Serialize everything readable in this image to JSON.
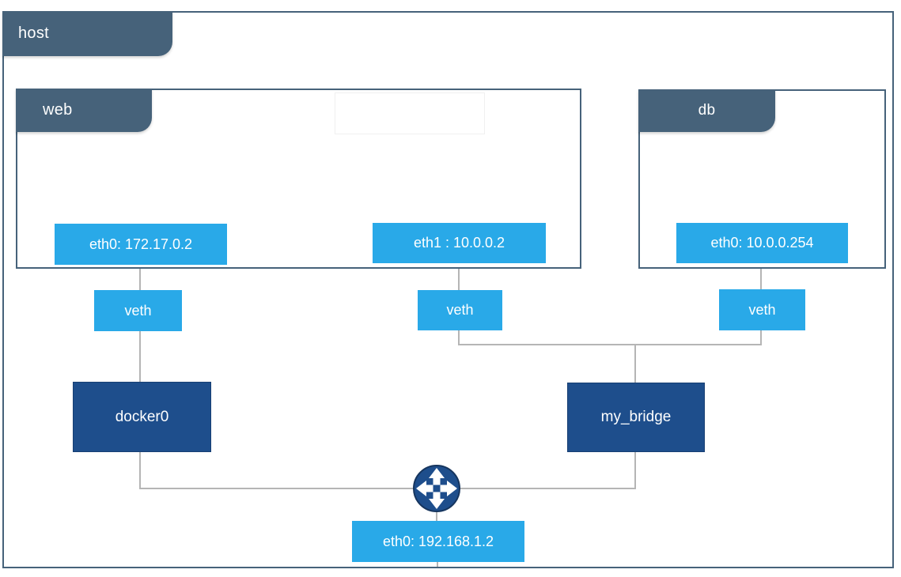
{
  "host": {
    "label": "host",
    "eth0": "eth0: 192.168.1.2"
  },
  "web": {
    "label": "web",
    "eth0": "eth0: 172.17.0.2",
    "eth1": "eth1 : 10.0.0.2",
    "veth_eth0": "veth",
    "veth_eth1": "veth"
  },
  "db": {
    "label": "db",
    "eth0": "eth0: 10.0.0.254",
    "veth": "veth"
  },
  "bridges": {
    "docker0": "docker0",
    "my_bridge": "my_bridge"
  },
  "icons": {
    "router": "four-way-arrows-icon"
  },
  "colors": {
    "container_header": "#46627a",
    "container_border": "#46627a",
    "interface_blue": "#29a9e8",
    "bridge_navy": "#1e4e8c",
    "connector_gray": "#b5b5b5",
    "background": "#ffffff"
  }
}
